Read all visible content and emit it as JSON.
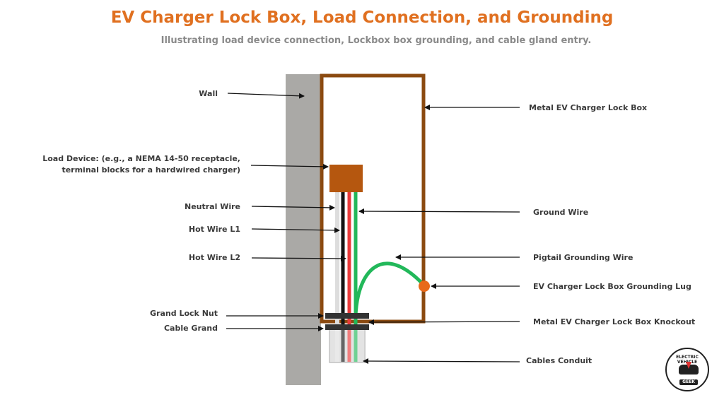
{
  "title": "EV Charger Lock Box, Load Connection, and Grounding",
  "subtitle": "Illustrating load device connection, Lockbox box grounding, and cable gland entry.",
  "labels": {
    "wall": "Wall",
    "load_device_1": "Load Device:   (e.g., a NEMA 14-50 receptacle,",
    "load_device_2": "terminal blocks for a hardwired charger)",
    "neutral_wire": "Neutral Wire",
    "hot_wire_l1": "Hot Wire L1",
    "hot_wire_l2": "Hot Wire L2",
    "grand_lock_nut": "Grand Lock Nut",
    "cable_grand": "Cable Grand",
    "lock_box": "Metal EV Charger Lock Box",
    "ground_wire": "Ground Wire",
    "pigtail": "Pigtail Grounding Wire",
    "grounding_lug": "EV Charger Lock Box Grounding Lug",
    "knockout": "Metal EV Charger Lock Box Knockout",
    "conduit": "Cables Conduit"
  },
  "logo": {
    "line1": "ELECTRIC VEHICLE",
    "line2": "GEEK"
  },
  "colors": {
    "title": "#e07020",
    "box": "#8b4a10",
    "wall": "#aaa9a6",
    "ground": "#22b85a",
    "hot_l1": "#111111",
    "hot_l2": "#e83a3a",
    "neutral": "#dddddd",
    "lug": "#e86a1a"
  }
}
